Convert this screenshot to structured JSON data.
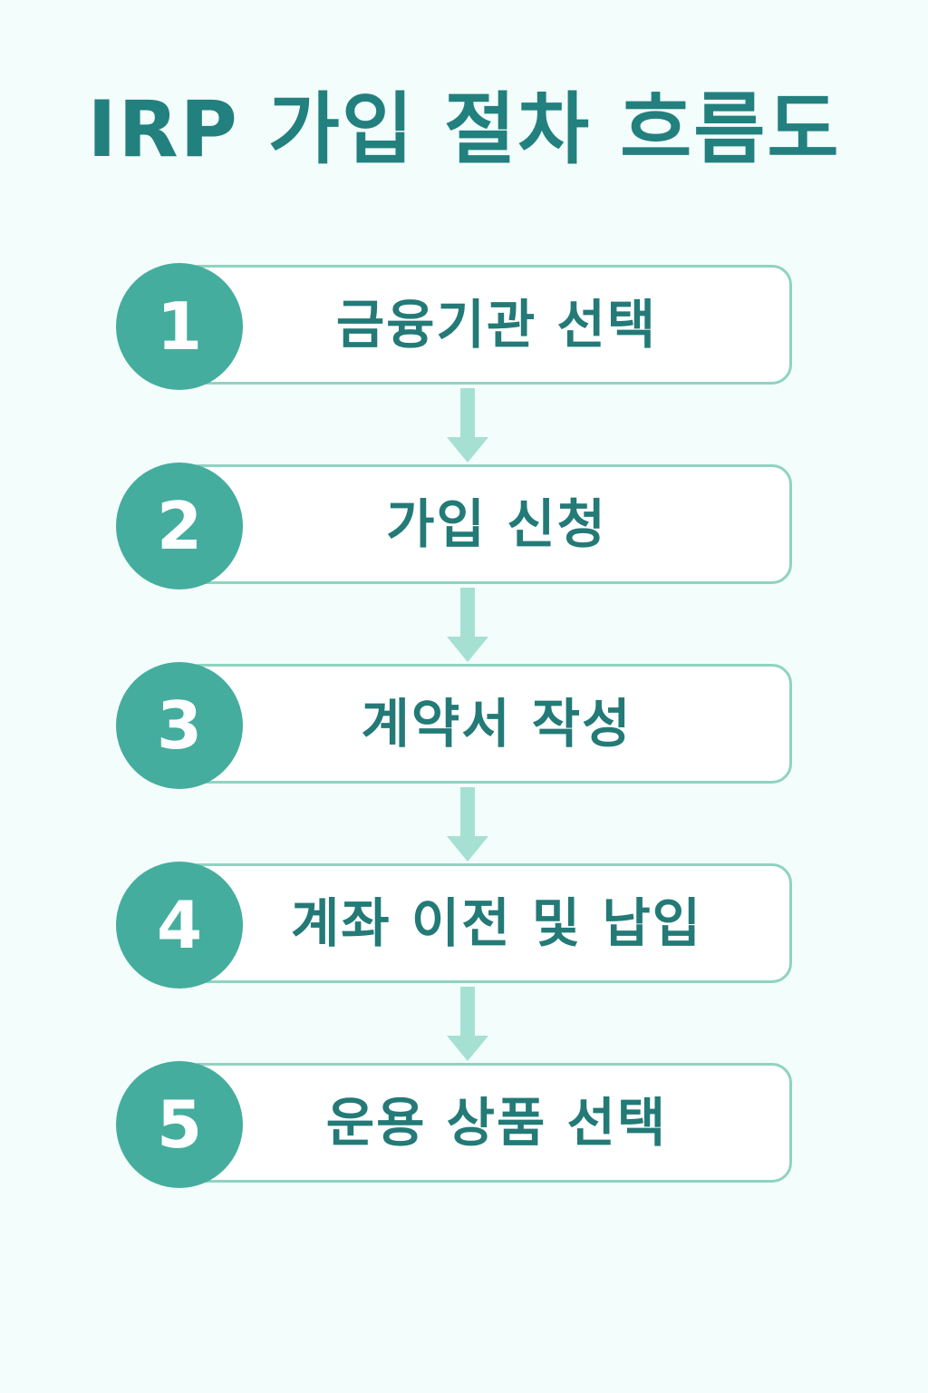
{
  "title": "IRP 가입 절차 흐름도",
  "colors": {
    "background": "#f3fdfb",
    "title": "#22807e",
    "circle": "#44ad9e",
    "box_border": "#8fd3c1",
    "label": "#237a77",
    "arrow": "#a6e0d3"
  },
  "steps": [
    {
      "number": "1",
      "label": "금융기관 선택"
    },
    {
      "number": "2",
      "label": "가입 신청"
    },
    {
      "number": "3",
      "label": "계약서 작성"
    },
    {
      "number": "4",
      "label": "계좌 이전 및 납입"
    },
    {
      "number": "5",
      "label": "운용 상품 선택"
    }
  ]
}
